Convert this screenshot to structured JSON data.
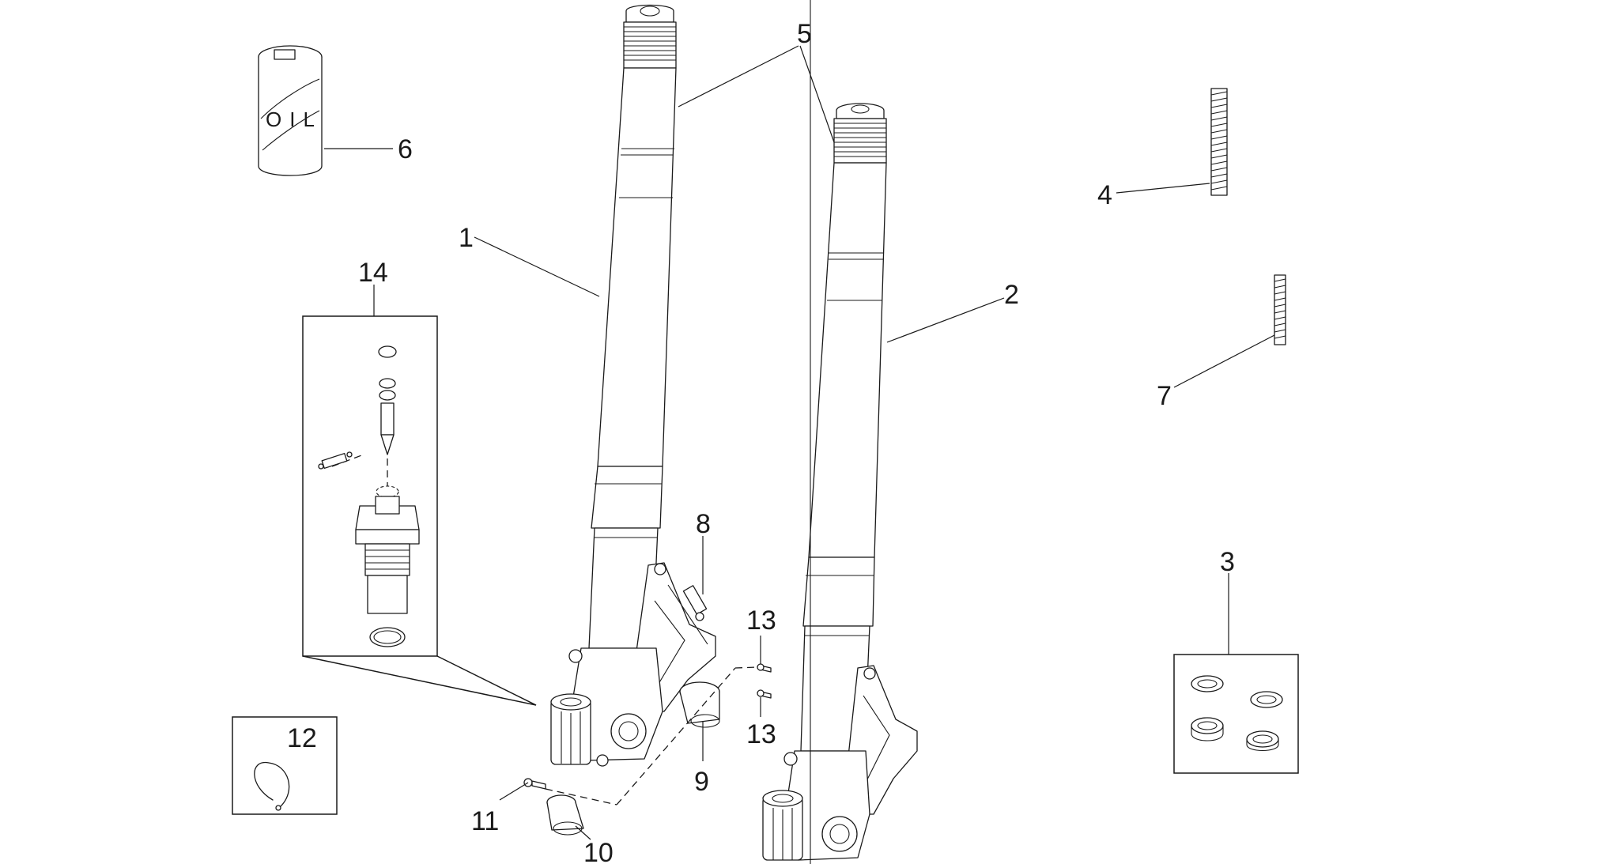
{
  "callouts": {
    "c1": "1",
    "c2": "2",
    "c3": "3",
    "c4": "4",
    "c5": "5",
    "c6": "6",
    "c7": "7",
    "c8": "8",
    "c9": "9",
    "c10": "10",
    "c11": "11",
    "c12": "12",
    "c13a": "13",
    "c13b": "13",
    "c14": "14"
  },
  "oil_can_label": "OIL"
}
